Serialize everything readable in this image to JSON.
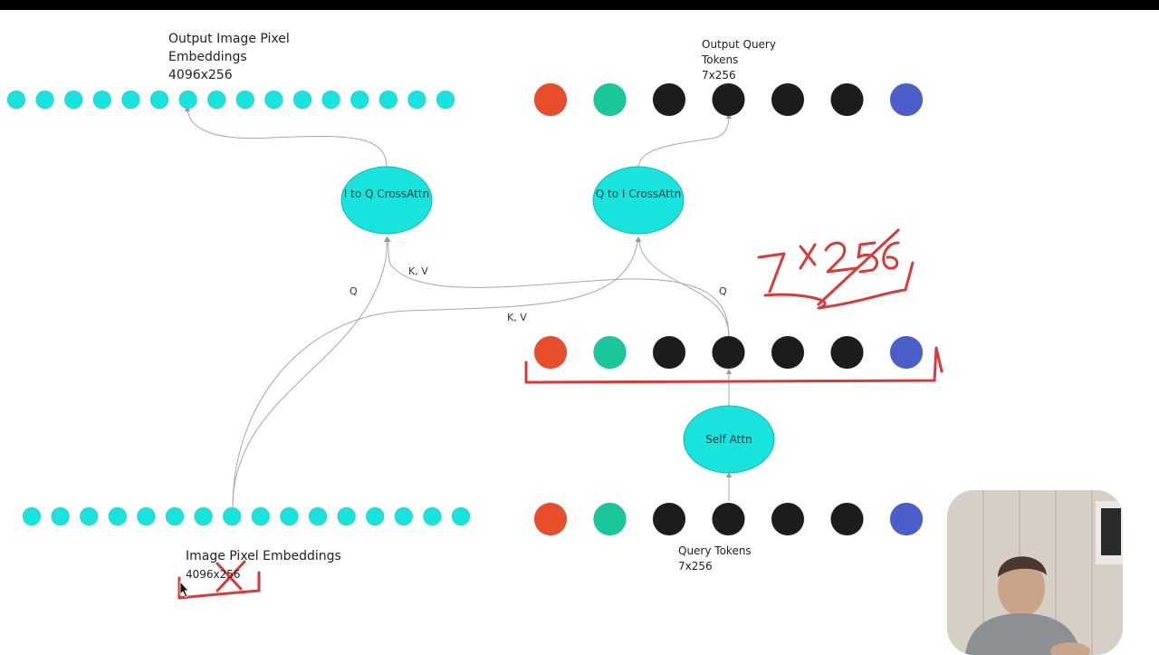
{
  "colors": {
    "cyan": "#19e3dd",
    "red": "#e84e2c",
    "green": "#19c79a",
    "black": "#1c1c1c",
    "blue": "#4c5ec9",
    "ink": "#d83a3a"
  },
  "labels": {
    "output_pixel_title": "Output Image Pixel\nEmbeddings",
    "output_pixel_dims": "4096x256",
    "output_query_title": "Output Query\nTokens",
    "output_query_dims": "7x256",
    "input_pixel_title": "Image Pixel Embeddings",
    "input_pixel_dims": "4096x256",
    "query_tokens_title": "Query Tokens",
    "query_tokens_dims": "7x256",
    "edge_q_left": "Q",
    "edge_kv_left": "K, V",
    "edge_kv_right": "K, V",
    "edge_q_right": "Q"
  },
  "nodes": {
    "i_to_q": "I to Q\nCrossAttn",
    "q_to_i": "Q to I\nCrossAttn",
    "self_attn": "Self Attn"
  },
  "rows": {
    "pixel_count": 16,
    "token_colors": [
      "red",
      "green",
      "black",
      "black",
      "black",
      "black",
      "blue"
    ]
  },
  "annotation": {
    "handwritten": "7x256"
  }
}
